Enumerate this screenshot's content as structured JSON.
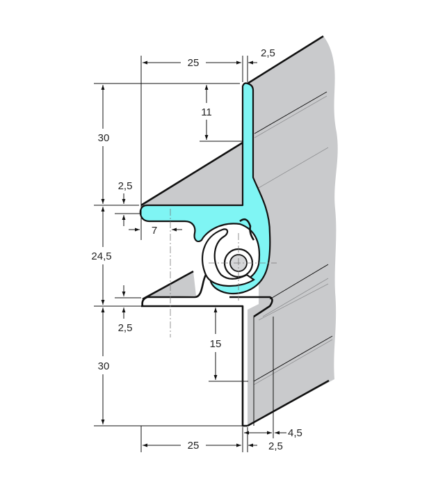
{
  "drawing": {
    "title": "Hinge profile dimension drawing",
    "colors": {
      "profile": "#7ff5f4",
      "surface": "#c9cacc",
      "line": "#111111"
    },
    "dimensions": {
      "top_width": "25",
      "top_thickness": "2,5",
      "upper_height": "30",
      "upper_groove": "11",
      "upper_flange_thickness": "2,5",
      "axis_offset": "7",
      "hinge_height": "24,5",
      "lower_flange_thickness": "2,5",
      "lower_height": "30",
      "lower_groove": "15",
      "bottom_width": "25",
      "bottom_offset": "4,5",
      "bottom_thickness": "2,5"
    }
  }
}
